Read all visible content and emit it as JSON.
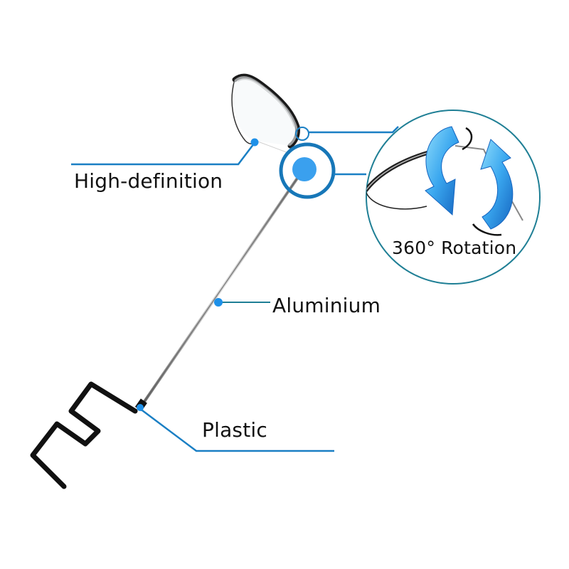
{
  "diagram": {
    "subject": "eyeglass magnifier on aluminium rod with plastic bent wire base",
    "labels": {
      "lens": "High-definition",
      "rod": "Aluminium",
      "base": "Plastic",
      "rotation": "360° Rotation"
    },
    "colors": {
      "callout_line": "#1a7fc4",
      "callout_dot": "#1e90e8",
      "inset_circle": "#1f7f95",
      "arrow_light": "#5ec8f5",
      "arrow_dark": "#1565c0",
      "wire": "#111111",
      "rod": "#9a9a9a",
      "text": "#111111"
    }
  }
}
